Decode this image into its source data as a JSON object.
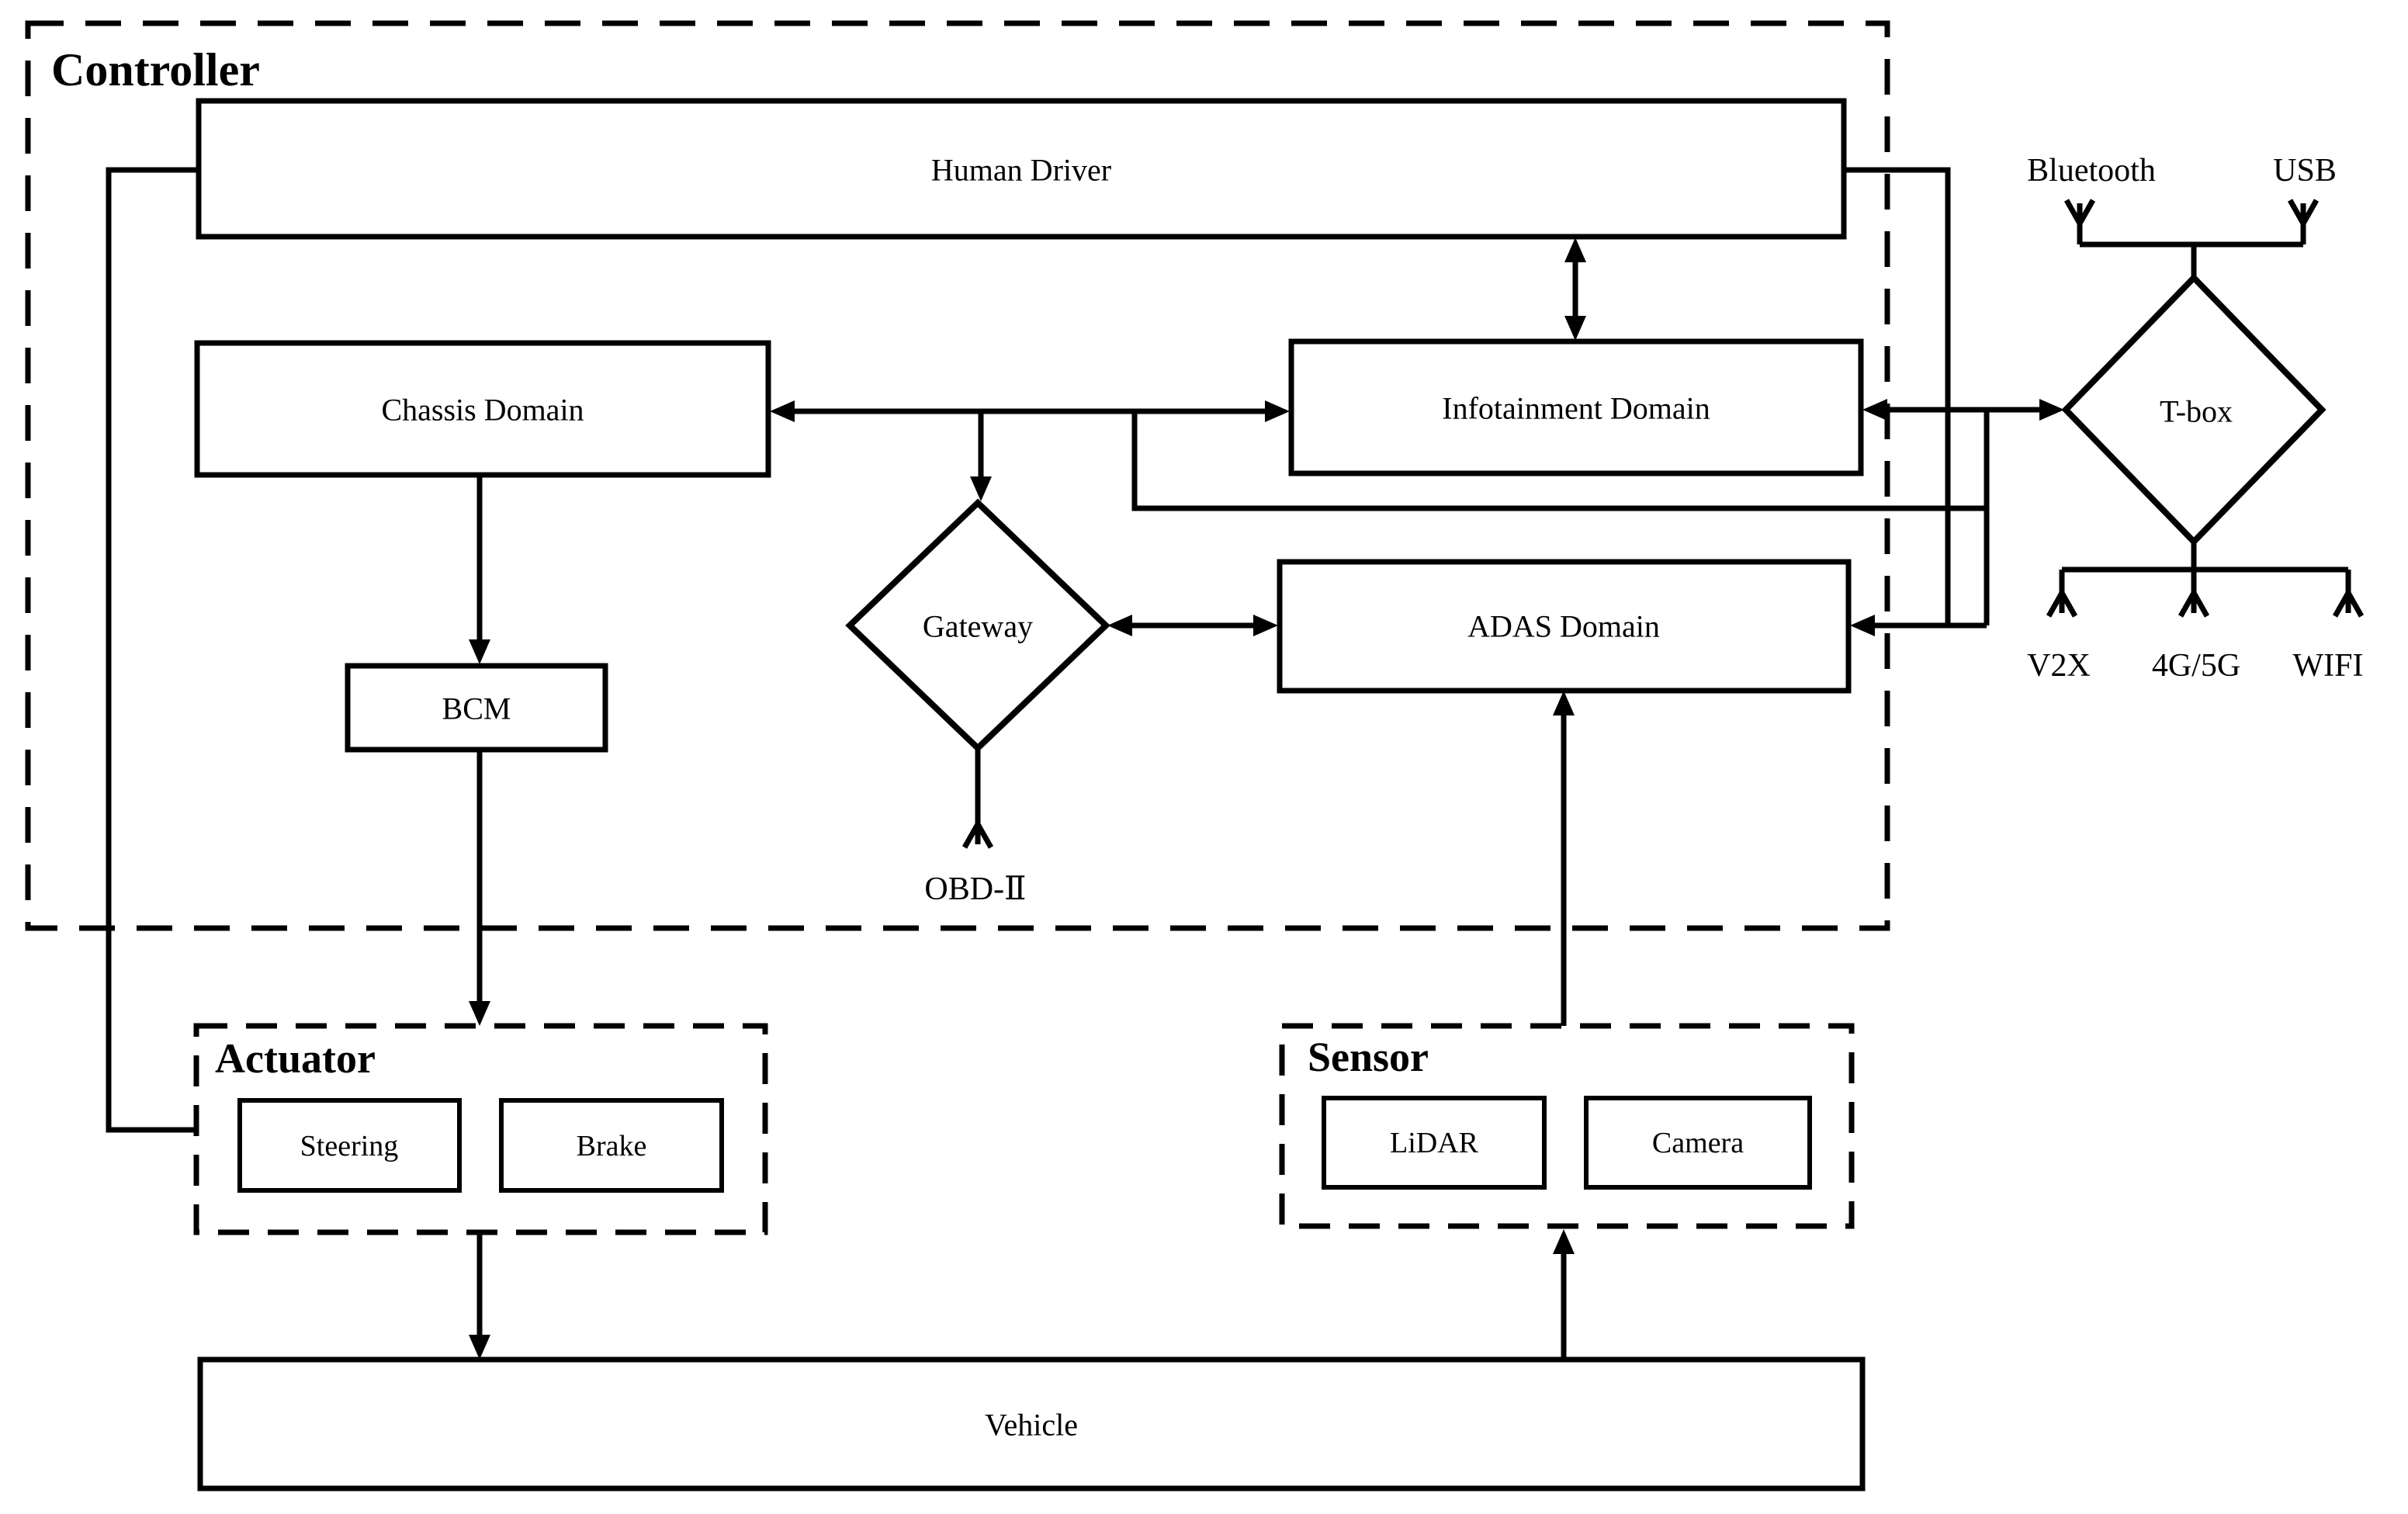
{
  "diagram": {
    "groups": {
      "controller": "Controller",
      "actuator": "Actuator",
      "sensor": "Sensor"
    },
    "nodes": {
      "human_driver": "Human Driver",
      "chassis": "Chassis Domain",
      "infotainment": "Infotainment Domain",
      "gateway": "Gateway",
      "adas": "ADAS Domain",
      "bcm": "BCM",
      "tbox": "T-box",
      "steering": "Steering",
      "brake": "Brake",
      "lidar": "LiDAR",
      "camera": "Camera",
      "vehicle": "Vehicle"
    },
    "externals": {
      "bluetooth": "Bluetooth",
      "usb": "USB",
      "v2x": "V2X",
      "cellular": "4G/5G",
      "wifi": "WIFI",
      "obd": "OBD-Ⅱ"
    },
    "colors": {
      "stroke": "#000000",
      "background": "#ffffff"
    }
  }
}
